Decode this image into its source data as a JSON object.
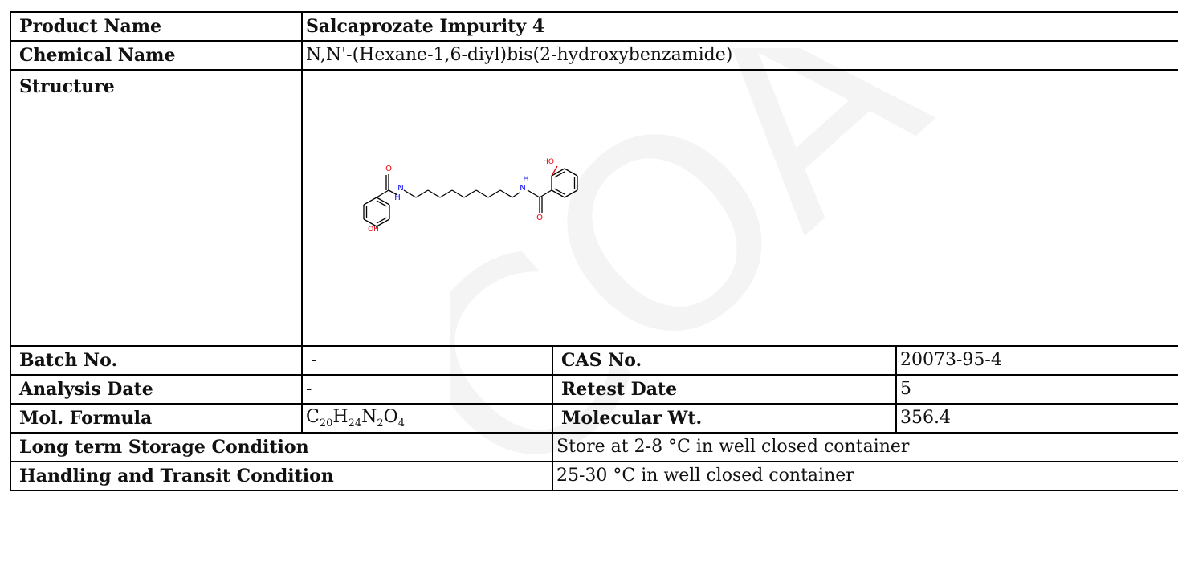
{
  "watermark": {
    "text": "COA"
  },
  "product": {
    "label": "Product Name",
    "value": "Salcaprozate Impurity 4"
  },
  "chemical": {
    "label": "Chemical Name",
    "value": "N,N'-(Hexane-1,6-diyl)bis(2-hydroxybenzamide)"
  },
  "structure": {
    "label": "Structure",
    "atoms": {
      "o_top": "O",
      "nh_left": "N",
      "h_left": "H",
      "oh_left": "OH",
      "ho_right": "HO",
      "h_right": "H",
      "nh_right": "N",
      "o_bottom": "O"
    },
    "colors": {
      "oxygen": "#e8000b",
      "nitrogen": "#0000ff",
      "bond": "#000000"
    }
  },
  "batch": {
    "label": "Batch No.",
    "value": "-"
  },
  "cas": {
    "label": "CAS No.",
    "value": "20073-95-4"
  },
  "analysis_date": {
    "label": "Analysis Date",
    "value": "-"
  },
  "retest_date": {
    "label": "Retest Date",
    "value": "5"
  },
  "formula": {
    "label": "Mol. Formula",
    "parts": [
      {
        "el": "C",
        "n": "20"
      },
      {
        "el": "H",
        "n": "24"
      },
      {
        "el": "N",
        "n": "2"
      },
      {
        "el": "O",
        "n": "4"
      }
    ]
  },
  "mw": {
    "label": "Molecular Wt.",
    "value": "356.4"
  },
  "storage": {
    "label": "Long term Storage Condition",
    "value": "Store at 2-8 °C in well closed container"
  },
  "handling": {
    "label": "Handling and Transit Condition",
    "value": "25-30 °C in well closed container"
  }
}
